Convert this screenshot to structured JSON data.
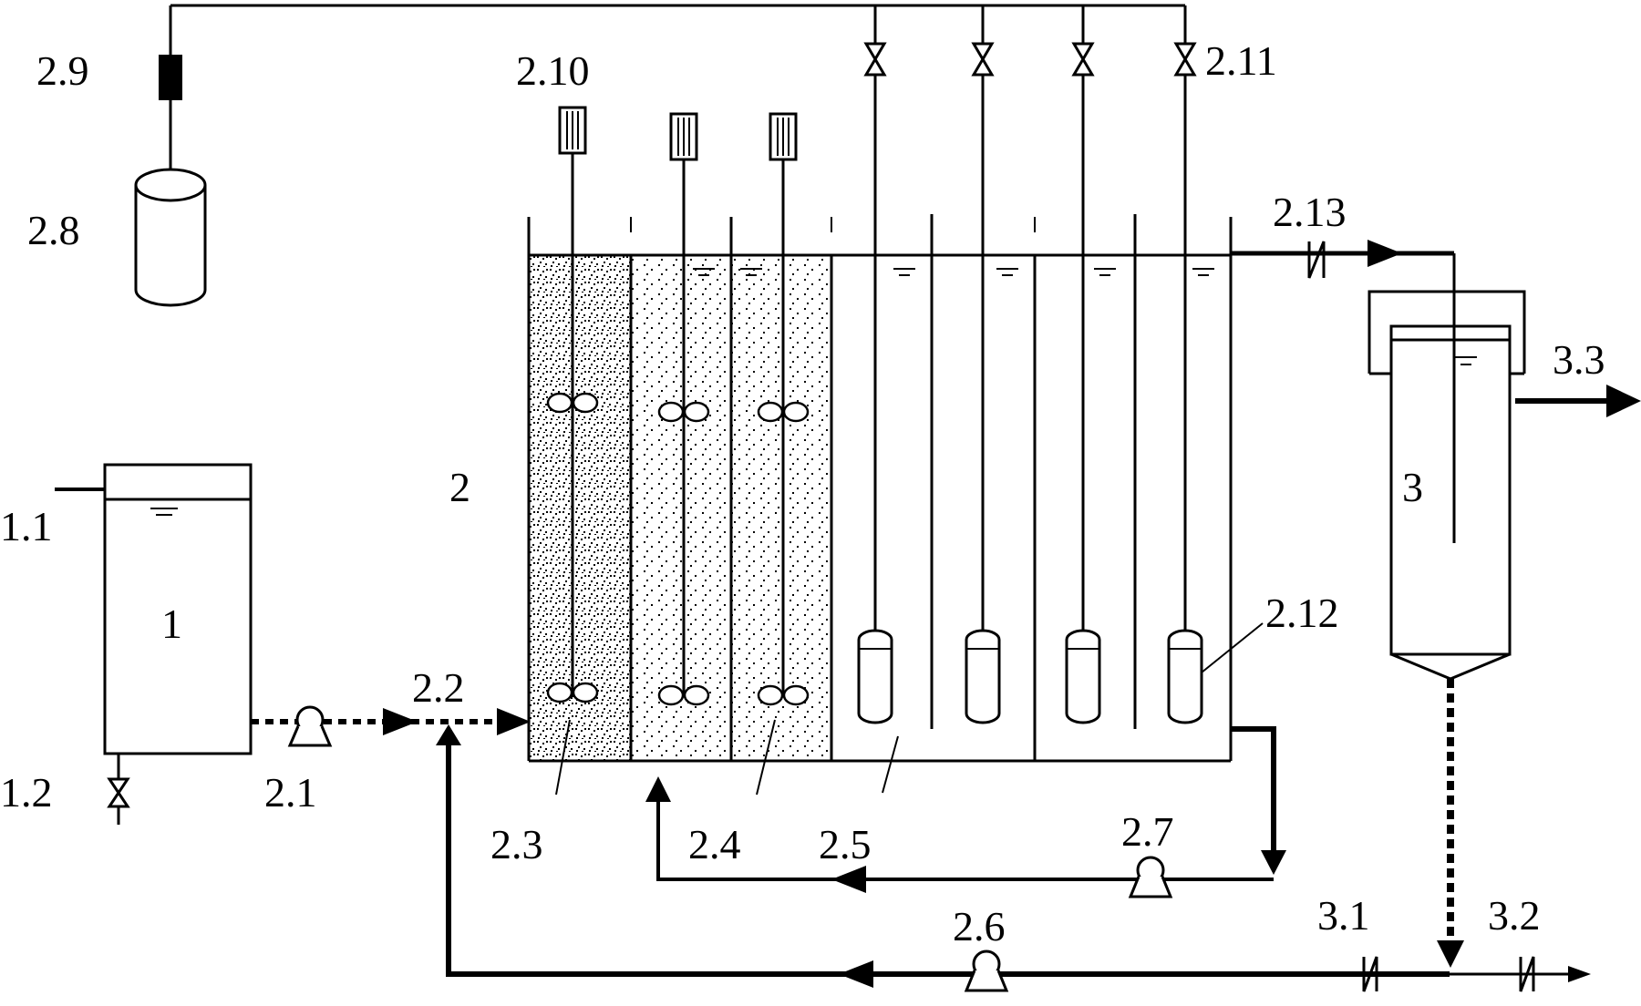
{
  "labels": {
    "l_1": "1",
    "l_1_1": "1.1",
    "l_1_2": "1.2",
    "l_2": "2",
    "l_2_1": "2.1",
    "l_2_2": "2.2",
    "l_2_3": "2.3",
    "l_2_4": "2.4",
    "l_2_5": "2.5",
    "l_2_6": "2.6",
    "l_2_7": "2.7",
    "l_2_8": "2.8",
    "l_2_9": "2.9",
    "l_2_10": "2.10",
    "l_2_11": "2.11",
    "l_2_12": "2.12",
    "l_2_13": "2.13",
    "l_3": "3",
    "l_3_1": "3.1",
    "l_3_2": "3.2",
    "l_3_3": "3.3"
  }
}
